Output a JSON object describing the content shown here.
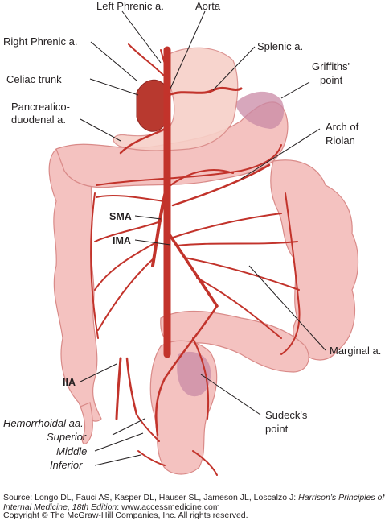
{
  "labels": {
    "left_phrenic": "Left Phrenic a.",
    "aorta": "Aorta",
    "right_phrenic": "Right Phrenic a.",
    "splenic": "Splenic a.",
    "celiac_trunk": "Celiac trunk",
    "griffiths_1": "Griffiths'",
    "griffiths_2": "point",
    "pancreatico_1": "Pancreatico-",
    "pancreatico_2": "duodenal a.",
    "arch_1": "Arch of",
    "arch_2": "Riolan",
    "sma": "SMA",
    "ima": "IMA",
    "marginal": "Marginal a.",
    "iia": "IIA",
    "sudeck_1": "Sudeck's",
    "sudeck_2": "point",
    "hemorrhoidal": "Hemorrhoidal aa.",
    "superior": "Superior",
    "middle": "Middle",
    "inferior": "Inferior"
  },
  "footer": {
    "source_prefix": "Source: Longo DL, Fauci AS, Kasper DL, Hauser SL, Jameson JL, Loscalzo J: ",
    "source_title": "Harrison’s Principles of Internal Medicine, 18th Edition",
    "source_suffix": ": www.accessmedicine.com",
    "copyright": "Copyright © The McGraw-Hill Companies, Inc. All rights reserved."
  },
  "colors": {
    "artery": "#c2332b",
    "bowel": "#f4c2c0",
    "bowel_edge": "#d98a88",
    "stomach": "#f7d0c8",
    "watershed": "#c98aa6",
    "celiac": "#b8392f"
  }
}
